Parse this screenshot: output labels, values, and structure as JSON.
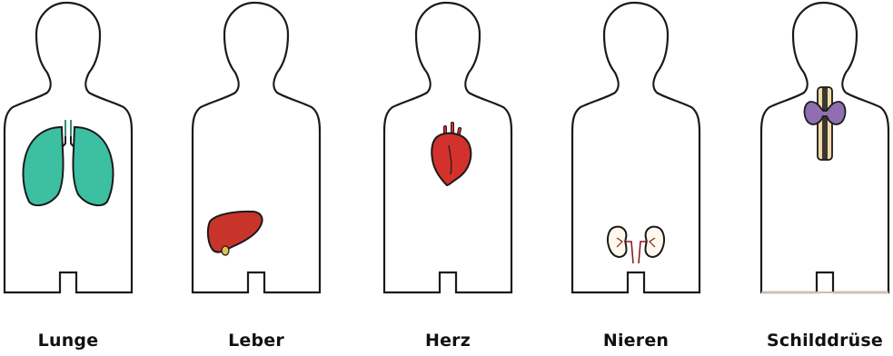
{
  "labels": {
    "lunge": "Lunge",
    "leber": "Leber",
    "herz": "Herz",
    "nieren": "Nieren",
    "schilddruese": "Schilddrüse"
  },
  "colors": {
    "outline": "#1a1a1a",
    "lung": "#3dbfa2",
    "liver": "#c9342a",
    "heart": "#d2322b",
    "kidney_line": "#8a1f1f",
    "thyroid": "#8f6fb0",
    "trachea": "#f1d9a8",
    "ground_line": "#d9b9ad"
  }
}
